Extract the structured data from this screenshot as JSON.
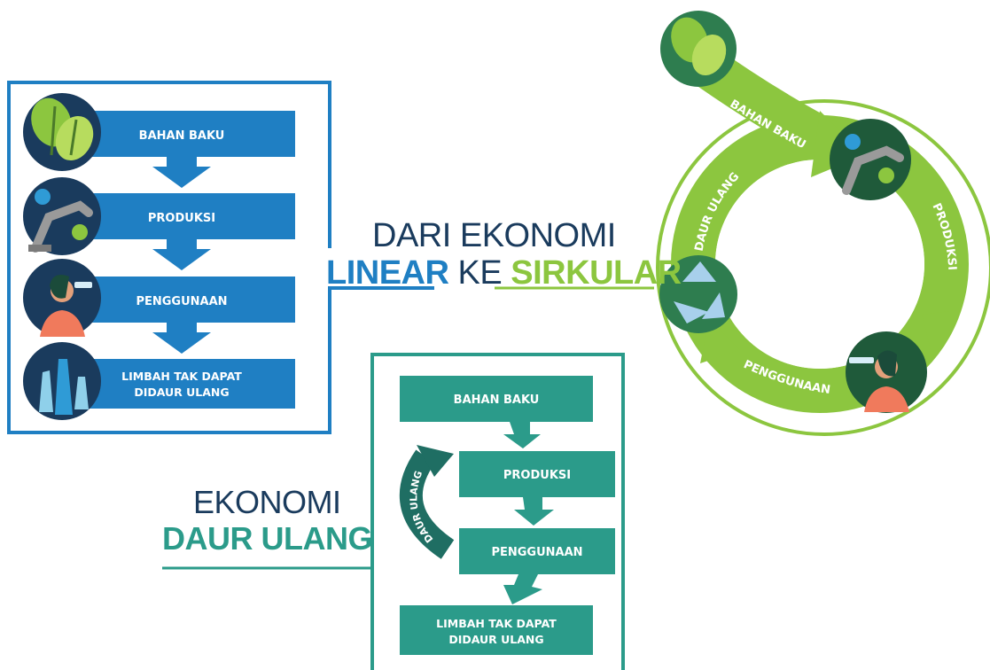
{
  "title": {
    "line1": "DARI EKONOMI",
    "word_linear": "LINEAR",
    "word_ke": "KE",
    "word_sirkular": "SIRKULAR"
  },
  "recycle_title": {
    "line1": "EKONOMI",
    "line2": "DAUR ULANG"
  },
  "linear": {
    "steps": [
      "BAHAN BAKU",
      "PRODUKSI",
      "PENGGUNAAN",
      "LIMBAH TAK DAPAT",
      "DIDAUR ULANG"
    ]
  },
  "recycling": {
    "steps": [
      "BAHAN BAKU",
      "PRODUKSI",
      "PENGGUNAAN",
      "LIMBAH TAK DAPAT",
      "DIDAUR ULANG"
    ],
    "loop_label": "DAUR ULANG"
  },
  "circular": {
    "steps": [
      "BAHAN BAKU",
      "PRODUKSI",
      "PENGGUNAAN",
      "DAUR ULANG"
    ]
  },
  "colors": {
    "linear_blue": "#1f7fc3",
    "navy": "#1a3b5d",
    "teal": "#2b9b8a",
    "dark_teal": "#1f6e63",
    "green": "#8cc63f",
    "dark_green": "#2e7d4f"
  }
}
